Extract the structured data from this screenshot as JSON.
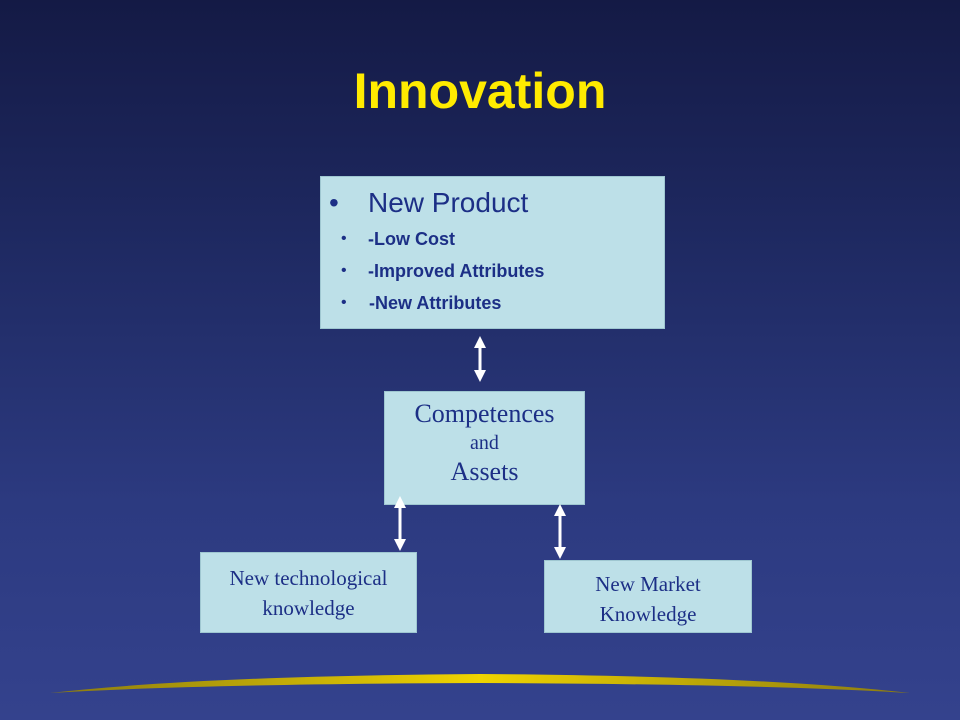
{
  "slide": {
    "title": "Innovation"
  },
  "product_box": {
    "heading": "New Product",
    "items": [
      "-Low Cost",
      "-Improved Attributes",
      "-New Attributes"
    ]
  },
  "competences_box": {
    "line1": "Competences",
    "line2": "and",
    "line3": "Assets"
  },
  "tech_box": {
    "line1": "New technological",
    "line2": "knowledge"
  },
  "market_box": {
    "line1": "New Market",
    "line2": "Knowledge"
  },
  "colors": {
    "title": "#ffeb00",
    "box_fill": "#bde0e8",
    "box_text": "#1c2f86",
    "arrow": "#ffffff",
    "swoosh": "#e0c600"
  }
}
